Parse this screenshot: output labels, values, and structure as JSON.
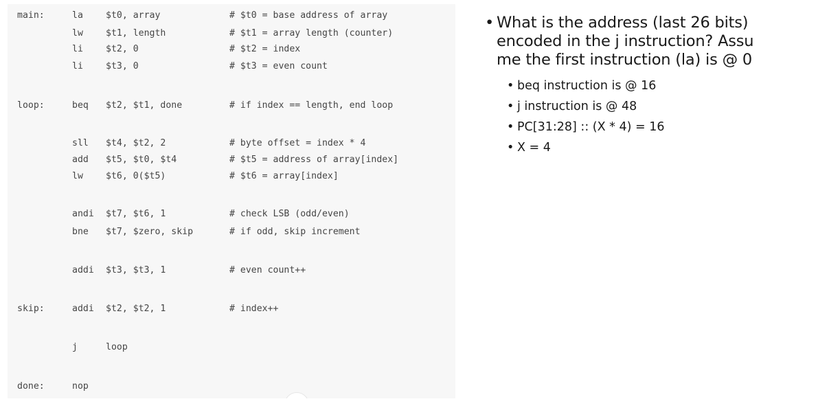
{
  "code": {
    "lines": [
      {
        "label": "main:",
        "op": "la",
        "args": "$t0, array",
        "comment": "# $t0 = base address of array"
      },
      {
        "label": "",
        "op": "lw",
        "args": "$t1, length",
        "comment": "# $t1 = array length (counter)"
      },
      {
        "label": "",
        "op": "li",
        "args": "$t2, 0",
        "comment": "# $t2 = index"
      },
      {
        "label": "",
        "op": "li",
        "args": "$t3, 0",
        "comment": "# $t3 = even count"
      },
      {
        "label": "loop:",
        "op": "beq",
        "args": "$t2, $t1, done",
        "comment": "# if index == length, end loop"
      },
      {
        "label": "",
        "op": "sll",
        "args": "$t4, $t2, 2",
        "comment": "# byte offset = index * 4"
      },
      {
        "label": "",
        "op": "add",
        "args": "$t5, $t0, $t4",
        "comment": "# $t5 = address of array[index]"
      },
      {
        "label": "",
        "op": "lw",
        "args": "$t6, 0($t5)",
        "comment": "# $t6 = array[index]"
      },
      {
        "label": "",
        "op": "andi",
        "args": "$t7, $t6, 1",
        "comment": "# check LSB (odd/even)"
      },
      {
        "label": "",
        "op": "bne",
        "args": "$t7, $zero, skip",
        "comment": "# if odd, skip increment"
      },
      {
        "label": "",
        "op": "addi",
        "args": "$t3, $t3, 1",
        "comment": "# even count++"
      },
      {
        "label": "skip:",
        "op": "addi",
        "args": "$t2, $t2, 1",
        "comment": "# index++"
      },
      {
        "label": "",
        "op": "j",
        "args": "loop",
        "comment": ""
      },
      {
        "label": "done:",
        "op": "nop",
        "args": "",
        "comment": ""
      }
    ]
  },
  "notes": {
    "bullet_symbol": "•",
    "question_lines": [
      "What is the address (last 26 bits)",
      "encoded in the j instruction? Assu",
      "me the first instruction (la) is @ 0"
    ],
    "sub_bullets": [
      "beq instruction is @ 16",
      "j instruction is @ 48",
      "PC[31:28] :: (X * 4) = 16",
      "X = 4"
    ]
  }
}
